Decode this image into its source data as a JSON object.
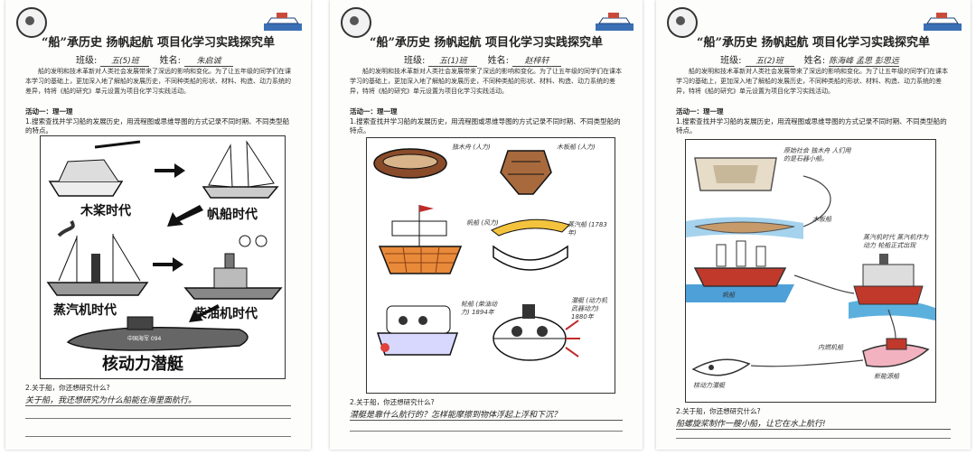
{
  "common": {
    "title": "“船”承历史  扬帆起航  项目化学习实践探究单",
    "class_label": "班级:",
    "name_label": "姓名:",
    "intro": "船的发明和技术革新对人类社会发展带来了深远的影响和变化。为了让五年级的同学们在课本学习的基础上，更加深入地了解船的发展历史，不同种类船的形状、材料、构造、动力系统的差异，特将《船的研究》单元设置为项目化学习实践活动。",
    "activity": "活动一：理一理",
    "task": "1.搜索查找并学习船的发展历史，用流程图或思维导图的方式记录不同时期、不同类型船的特点。",
    "question2": "2.关于船，你还想研究什么?"
  },
  "sheets": [
    {
      "class_value": "五(5)班",
      "name_value": "朱启诚",
      "labels": {
        "a": "木桨时代",
        "b": "帆船时代",
        "c": "蒸汽机时代",
        "d": "柴油机时代",
        "e": "核动力潜艇"
      },
      "answer": "关于船，我还想研究为什么船能在海里面航行。"
    },
    {
      "class_value": "五(1)班",
      "name_value": "赵梓轩",
      "labels": {
        "a": "独木舟 (人力)",
        "b": "木板船 (人力)",
        "c": "帆船 (风力)",
        "d": "蒸汽船 (1783年)",
        "e": "轮船 (柴油动力) 1894年",
        "f": "潜艇 (动力机武器动力) 1880年"
      },
      "answer": "潜艇是靠什么航行的？怎样能摩擦到物体浮起上浮和下沉？"
    },
    {
      "class_value": "五(2)班",
      "name_value": "陈海峰 孟思  彭思远",
      "labels": {
        "a": "原始社会 独木舟 人们用的是石器小船。",
        "b": "木板船",
        "c": "帆船",
        "d": "蒸汽机时代 蒸汽机作为动力 轮船正式出现",
        "e": "内燃机船",
        "f": "新能源船",
        "g": "核动力潜艇"
      },
      "answer": "船螺旋桨制作一艘小船，让它在水上航行!"
    }
  ]
}
